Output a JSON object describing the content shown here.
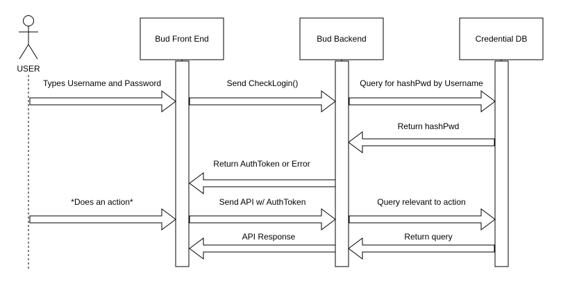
{
  "actor": {
    "name": "USER"
  },
  "participants": [
    {
      "id": "frontend",
      "label": "Bud Front End"
    },
    {
      "id": "backend",
      "label": "Bud Backend"
    },
    {
      "id": "db",
      "label": "Credential DB"
    }
  ],
  "messages": [
    {
      "id": "m1",
      "label": "Types Username and Password",
      "from": "user",
      "to": "frontend"
    },
    {
      "id": "m2",
      "label": "Send CheckLogin()",
      "from": "frontend",
      "to": "backend"
    },
    {
      "id": "m3",
      "label": "Query for hashPwd by Username",
      "from": "backend",
      "to": "db"
    },
    {
      "id": "m4",
      "label": "Return hashPwd",
      "from": "db",
      "to": "backend"
    },
    {
      "id": "m5",
      "label": "Return AuthToken or Error",
      "from": "backend",
      "to": "frontend"
    },
    {
      "id": "m6",
      "label": "*Does an action*",
      "from": "user",
      "to": "frontend"
    },
    {
      "id": "m7",
      "label": "Send API w/ AuthToken",
      "from": "frontend",
      "to": "backend"
    },
    {
      "id": "m8",
      "label": "Query relevant to action",
      "from": "backend",
      "to": "db"
    },
    {
      "id": "m9",
      "label": "API Response",
      "from": "backend",
      "to": "frontend"
    },
    {
      "id": "m10",
      "label": "Return query",
      "from": "db",
      "to": "backend"
    }
  ],
  "colors": {
    "stroke": "#000000",
    "fill": "#ffffff",
    "text": "#000000"
  }
}
